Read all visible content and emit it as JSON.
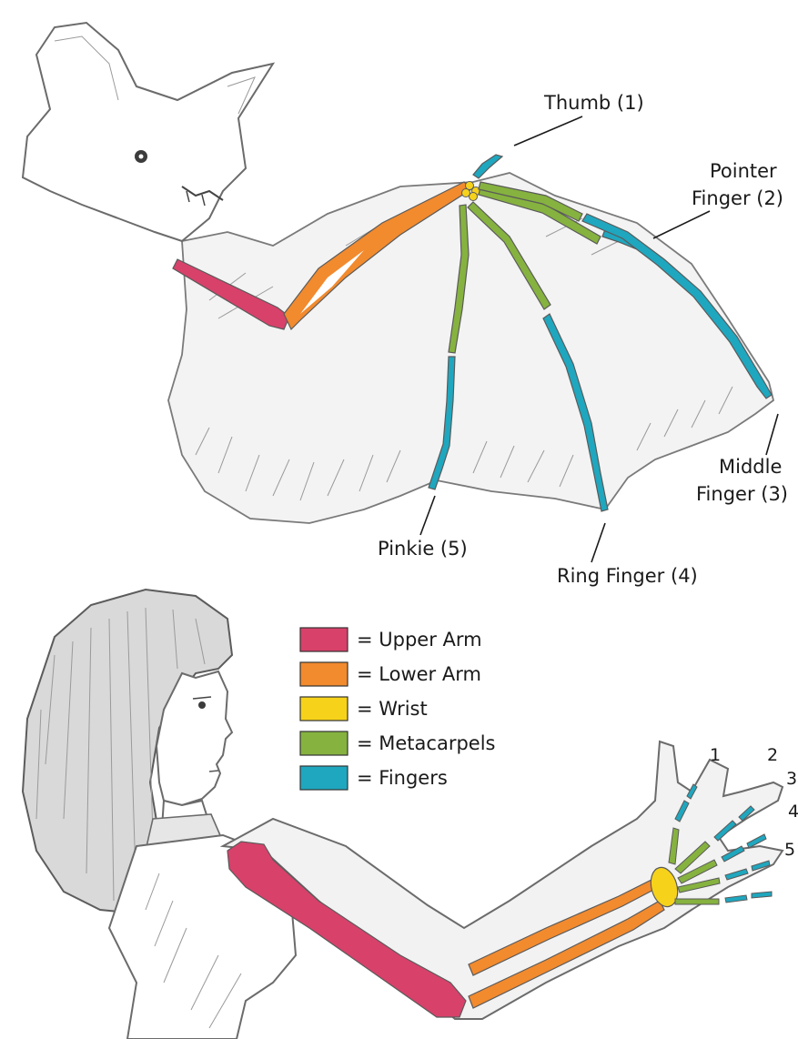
{
  "colors": {
    "upper_arm": "#d8416a",
    "lower_arm": "#f28a2e",
    "wrist": "#f6d21a",
    "metacarpels": "#86b23f",
    "fingers": "#1fa7bf"
  },
  "bat_labels": {
    "thumb": "Thumb (1)",
    "pointer_line1": "Pointer",
    "pointer_line2": "Finger (2)",
    "middle_line1": "Middle",
    "middle_line2": "Finger (3)",
    "ring": "Ring Finger (4)",
    "pinkie": "Pinkie (5)"
  },
  "legend": [
    {
      "label": "= Upper Arm",
      "color": "#d8416a"
    },
    {
      "label": "= Lower Arm",
      "color": "#f28a2e"
    },
    {
      "label": "= Wrist",
      "color": "#f6d21a"
    },
    {
      "label": "= Metacarpels",
      "color": "#86b23f"
    },
    {
      "label": "= Fingers",
      "color": "#1fa7bf"
    }
  ],
  "hand_numbers": [
    "1",
    "2",
    "3",
    "4",
    "5"
  ]
}
